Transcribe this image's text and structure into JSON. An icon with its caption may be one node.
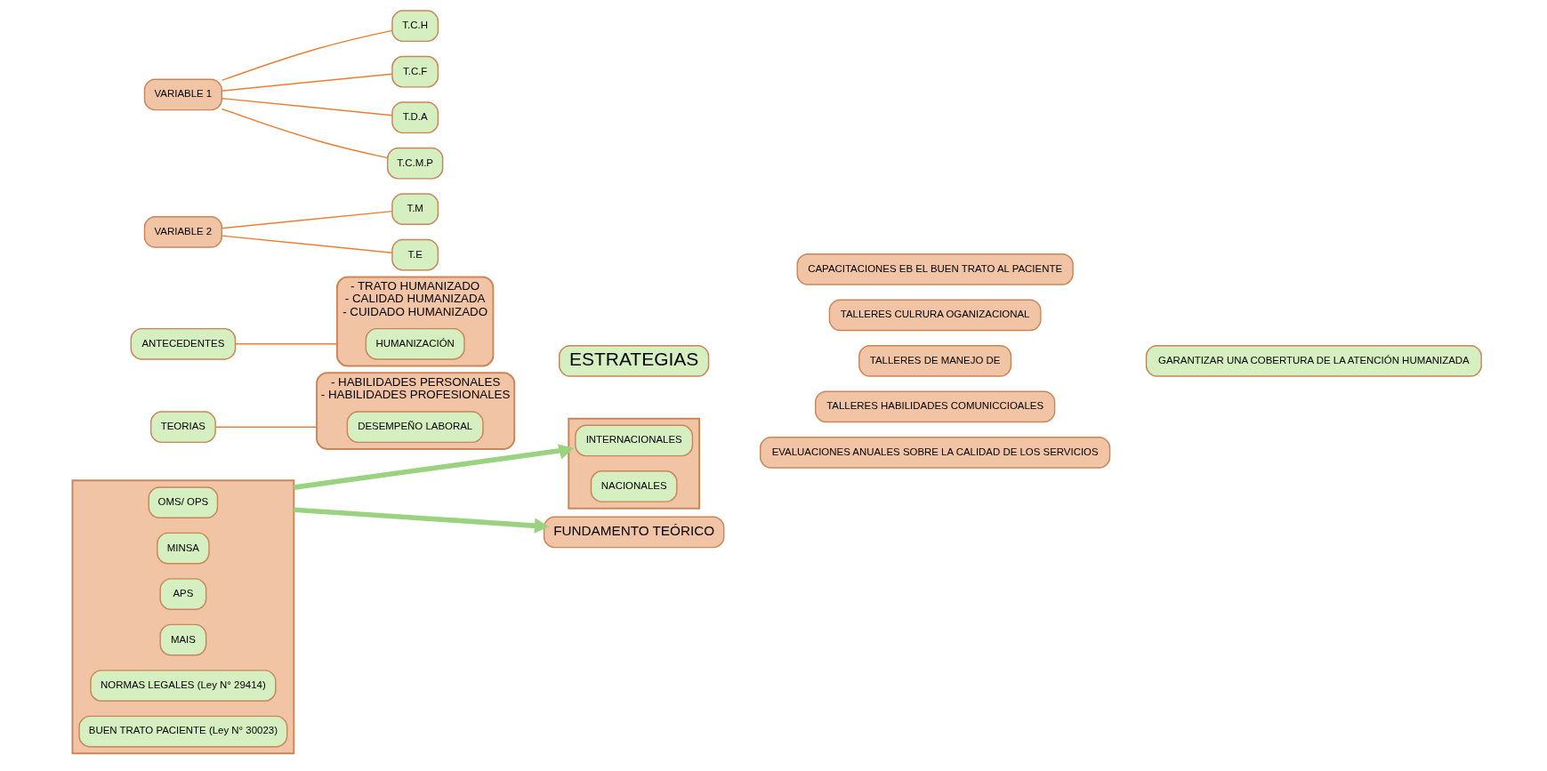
{
  "diagram": {
    "nodes": [
      {
        "text": [],
        "shape": "box"
      },
      {
        "text": [
          "OMS/ OPS"
        ],
        "in": 0
      },
      {
        "text": [
          "MINSA"
        ],
        "in": 0
      },
      {
        "text": [
          "APS"
        ],
        "in": 0
      },
      {
        "text": [
          "MAIS"
        ],
        "in": 0
      },
      {
        "text": [
          "NORMAS LEGALES (Ley N° 29414)"
        ],
        "in": 0
      },
      {
        "text": [
          "BUEN TRATO PACIENTE (Ley N° 30023)"
        ],
        "in": 0
      },
      {
        "text": [],
        "shape": "box"
      },
      {
        "text": [
          "INTERNACIONALES"
        ],
        "in": 7
      },
      {
        "text": [
          "NACIONALES"
        ],
        "in": 7
      },
      {
        "text": [
          "ANTECEDENTES"
        ]
      },
      {
        "text": [
          "- TRATO HUMANIZADO",
          "- CALIDAD HUMANIZADA",
          "- CUIDADO HUMANIZADO"
        ]
      },
      {
        "text": [
          "HUMANIZACIÓN"
        ],
        "in": 11
      },
      {
        "text": [
          "FUNDAMENTO TEÓRICO"
        ]
      },
      {
        "text": [
          "T.M"
        ]
      },
      {
        "text": [
          "T.E"
        ]
      },
      {
        "text": [
          "T.C.H"
        ]
      },
      {
        "text": [
          "T.C.F"
        ]
      },
      {
        "text": [
          "T.D.A"
        ]
      },
      {
        "text": [
          "T.C.M.P"
        ]
      },
      {
        "text": [
          "VARIABLE 2"
        ]
      },
      {
        "text": [
          "VARIABLE 1"
        ]
      },
      {
        "text": [
          "TEORIAS"
        ]
      },
      {
        "text": [
          "- HABILIDADES PERSONALES",
          "- HABILIDADES PROFESIONALES"
        ]
      },
      {
        "text": [
          "DESEMPEÑO LABORAL"
        ],
        "in": 23
      },
      {
        "text": [
          "ESTRATEGIAS"
        ]
      },
      {
        "text": [
          "CAPACITACIONES EB EL BUEN TRATO AL PACIENTE"
        ]
      },
      {
        "text": [
          "TALLERES CULRURA OGANIZACIONAL"
        ]
      },
      {
        "text": [
          "TALLERES DE MANEJO DE"
        ]
      },
      {
        "text": [
          "TALLERES HABILIDADES COMUNICCIOALES"
        ]
      },
      {
        "text": [
          "EVALUACIONES ANUALES SOBRE LA CALIDAD DE LOS SERVICIOS"
        ]
      },
      {
        "text": [
          "GARANTIZAR UNA COBERTURA DE LA ATENCIÓN HUMANIZADA"
        ]
      }
    ],
    "edges": [
      {
        "from": 0,
        "to": 7,
        "arrow": "to",
        "style": "thick",
        "color": "#9bd27f"
      },
      {
        "from": 0,
        "to": 13,
        "arrow": "to",
        "style": "thick",
        "color": "#9bd27f"
      },
      {
        "from": 10,
        "to": 11,
        "arrow": "none"
      },
      {
        "from": 20,
        "to": 14,
        "arrow": "none"
      },
      {
        "from": 20,
        "to": 15,
        "arrow": "none"
      },
      {
        "from": 21,
        "to": 16,
        "arrow": "none"
      },
      {
        "from": 21,
        "to": 17,
        "arrow": "none"
      },
      {
        "from": 21,
        "to": 18,
        "arrow": "none"
      },
      {
        "from": 21,
        "to": 19,
        "arrow": "none"
      },
      {
        "from": 22,
        "to": 23,
        "arrow": "none"
      }
    ]
  }
}
